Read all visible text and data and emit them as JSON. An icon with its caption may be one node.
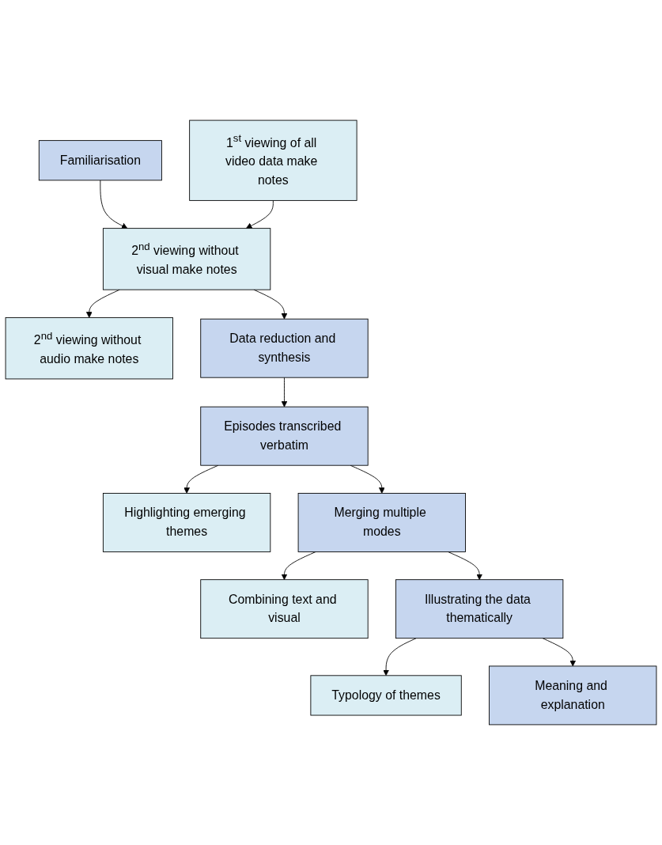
{
  "diagram": {
    "nodes": [
      {
        "text": [
          "Familiarisation"
        ]
      },
      {
        "text": [
          "1$^{st}$ viewing of all video data make notes"
        ]
      },
      {
        "text": [
          "2$^{nd}$ viewing without visual make notes"
        ]
      },
      {
        "text": [
          "2$^{nd}$ viewing without audio make notes"
        ]
      },
      {
        "text": [
          "Data reduction and synthesis"
        ]
      },
      {
        "text": [
          "Episodes transcribed verbatim"
        ]
      },
      {
        "text": [
          "Highlighting emerging themes"
        ]
      },
      {
        "text": [
          "Merging multiple modes"
        ]
      },
      {
        "text": [
          "Combining text and visual"
        ]
      },
      {
        "text": [
          "Illustrating the data thematically"
        ]
      },
      {
        "text": [
          "Typology of themes"
        ]
      },
      {
        "text": [
          "Meaning and explanation"
        ]
      }
    ],
    "edges": [
      {
        "from": 0,
        "to": 2,
        "arrow": "to"
      },
      {
        "from": 1,
        "to": 2,
        "arrow": "to"
      },
      {
        "from": 2,
        "to": 3,
        "arrow": "to"
      },
      {
        "from": 2,
        "to": 4,
        "arrow": "to"
      },
      {
        "from": 4,
        "to": 5,
        "arrow": "to"
      },
      {
        "from": 5,
        "to": 6,
        "arrow": "to"
      },
      {
        "from": 5,
        "to": 7,
        "arrow": "to"
      },
      {
        "from": 7,
        "to": 8,
        "arrow": "to"
      },
      {
        "from": 7,
        "to": 9,
        "arrow": "to"
      },
      {
        "from": 9,
        "to": 10,
        "arrow": "to"
      },
      {
        "from": 9,
        "to": 11,
        "arrow": "to"
      }
    ]
  }
}
